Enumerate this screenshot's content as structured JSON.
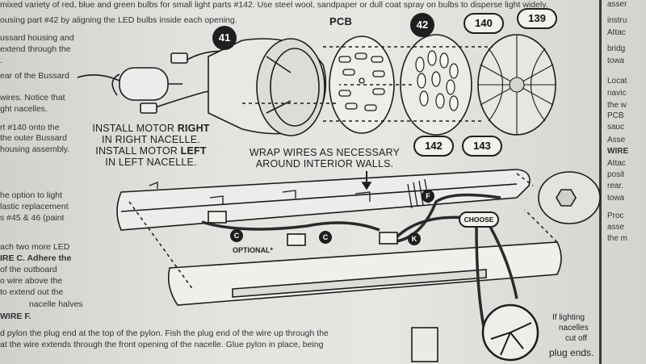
{
  "text": {
    "top1": "mixed variety of red, blue and green bulbs for small light parts #142. Use steel wool, sandpaper or dull coat spray on bulbs to disperse light widely.",
    "top2": "ousing part #42 by aligning the LED bulbs inside each opening.",
    "bottom1": "d pylon the plug end at the top of the pylon. Fish the plug end of the wire up through the",
    "bottom2": "at the wire extends through the front opening of the nacelle. Glue pylon in place, being"
  },
  "left_col": [
    "ussard housing and",
    "extend through the",
    ".",
    "ear of the Bussard",
    "wires. Notice that",
    "ght nacelles.",
    "rt #140 onto the",
    "the outer Bussard",
    "housing assembly.",
    "he option to light",
    "lastic replacement",
    "s #45 & 46 (paint",
    "ach two more LED",
    "IRE C. Adhere the",
    "of the outboard",
    "o wire above the",
    "to extend out the",
    "nacelle halves",
    "WIRE F."
  ],
  "right_col": [
    "asser",
    "instru",
    "Attac",
    "bridg",
    "towa",
    "Locat",
    "navic",
    "the w",
    "PCB",
    "sauc",
    "Asse",
    "WIRE",
    "Attac",
    "posit",
    "rear.",
    "towa",
    "Proc",
    "asse",
    "the m"
  ],
  "callouts": {
    "part41": "41",
    "pcb": "PCB",
    "part42": "42",
    "part140": "140",
    "part139": "139",
    "part142": "142",
    "part143": "143",
    "wire_c1": "C",
    "wire_c2": "C",
    "wire_f": "F",
    "wire_k": "K",
    "optional": "OPTIONAL*",
    "choose": "CHOOSE"
  },
  "captions": {
    "install1": "INSTALL MOTOR",
    "install1_b": "RIGHT",
    "install2": "IN RIGHT NACELLE.",
    "install3": "INSTALL MOTOR",
    "install3_b": "LEFT",
    "install4": "IN LEFT NACELLE.",
    "wrap1": "WRAP WIRES AS NECESSARY",
    "wrap2": "AROUND INTERIOR WALLS.",
    "plug1": "If lighting",
    "plug2": "nacelles",
    "plug3": "cut off",
    "plug4": "plug ends."
  }
}
